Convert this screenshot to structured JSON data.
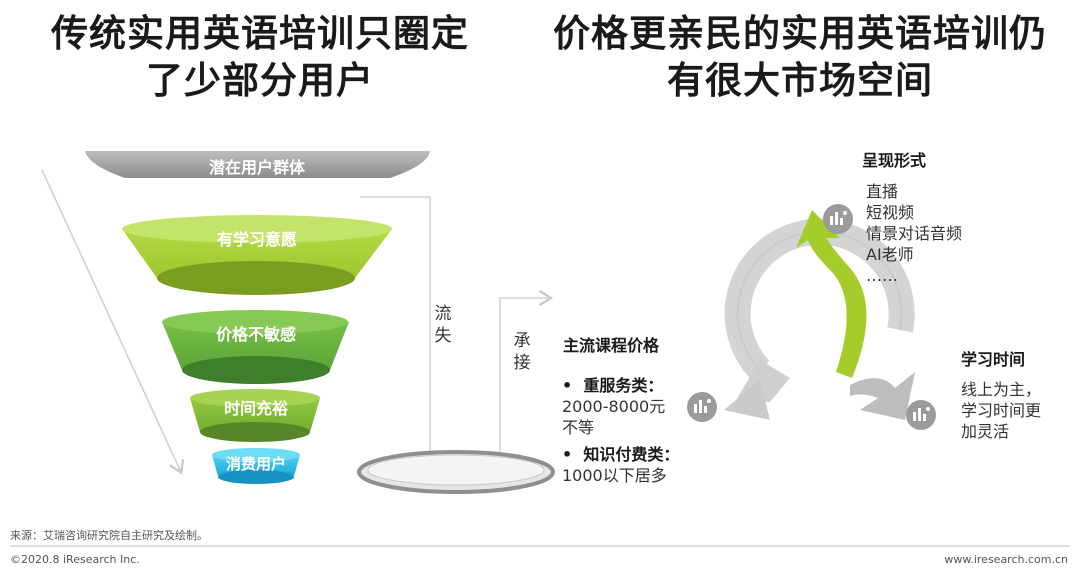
{
  "titles": {
    "left": [
      "传统实用英语培训只圈定",
      "了少部分用户"
    ],
    "right": [
      "价格更亲民的实用英语培训仍",
      "有很大市场空间"
    ]
  },
  "funnel": {
    "top_label": "潜在用户群体",
    "layers": [
      "有学习意愿",
      "价格不敏感",
      "时间充裕",
      "消费用户"
    ],
    "loss_label": [
      "流",
      "失"
    ],
    "accept_label": [
      "承",
      "接"
    ]
  },
  "price": {
    "title": "主流课程价格",
    "items": [
      {
        "name": "重服务类：",
        "desc": [
          "2000-8000元",
          "不等"
        ]
      },
      {
        "name": "知识付费类：",
        "desc": [
          "1000以下居多"
        ]
      }
    ]
  },
  "forms": {
    "title": "呈现形式",
    "items": [
      "直播",
      "短视频",
      "情景对话音频",
      "AI老师",
      "……"
    ]
  },
  "time": {
    "title": "学习时间",
    "lines": [
      "线上为主，",
      "学习时间更",
      "加灵活"
    ]
  },
  "source": "来源：艾瑞咨询研究院自主研究及绘制。",
  "footer": {
    "left": "©2020.8 iResearch Inc.",
    "right": "www.iresearch.com.cn"
  },
  "colors": {
    "green_light": "#a9d238",
    "green_mid": "#6ab43c",
    "green_dark": "#4e9a3a",
    "cyan": "#2bb7e0",
    "gray": "#9a9a9a"
  }
}
